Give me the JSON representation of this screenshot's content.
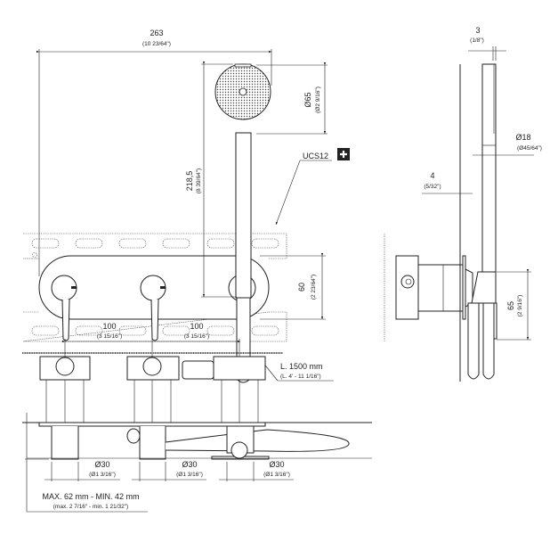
{
  "front_view": {
    "width_dim": {
      "mm": "263",
      "inch": "(10 23/64\")"
    },
    "head_diameter": {
      "mm": "Ø65",
      "inch": "(Ø2 9/16\")"
    },
    "height_dim": {
      "mm": "218,5",
      "inch": "(8 39/64\")"
    },
    "plate_height": {
      "mm": "60",
      "inch": "(2 23/64\")"
    },
    "kit_label": "UCS12",
    "kit_icon": "plus-icon",
    "hose_length": {
      "mm": "L. 1500 mm",
      "inch": "(L. 4' - 11 1/16\")"
    }
  },
  "side_view": {
    "top_dim": {
      "mm": "3",
      "inch": "(1/8\")"
    },
    "rod_diameter": {
      "mm": "Ø18",
      "inch": "(Ø45/64\")"
    },
    "offset_dim": {
      "mm": "4",
      "inch": "(5/32\")"
    },
    "holder_height": {
      "mm": "65",
      "inch": "(2 9/16\")"
    }
  },
  "top_view": {
    "spacing": [
      {
        "mm": "100",
        "inch": "(3 15/16\")"
      },
      {
        "mm": "100",
        "inch": "(3 15/16\")"
      }
    ],
    "knob_diameters": [
      {
        "mm": "Ø30",
        "inch": "(Ø1 3/16\")"
      },
      {
        "mm": "Ø30",
        "inch": "(Ø1 3/16\")"
      },
      {
        "mm": "Ø30",
        "inch": "(Ø1 3/16\")"
      }
    ],
    "depth_range": {
      "mm": "MAX. 62 mm - MIN. 42 mm",
      "inch": "(max. 2 7/16\" - min. 1 21/32\")"
    }
  }
}
